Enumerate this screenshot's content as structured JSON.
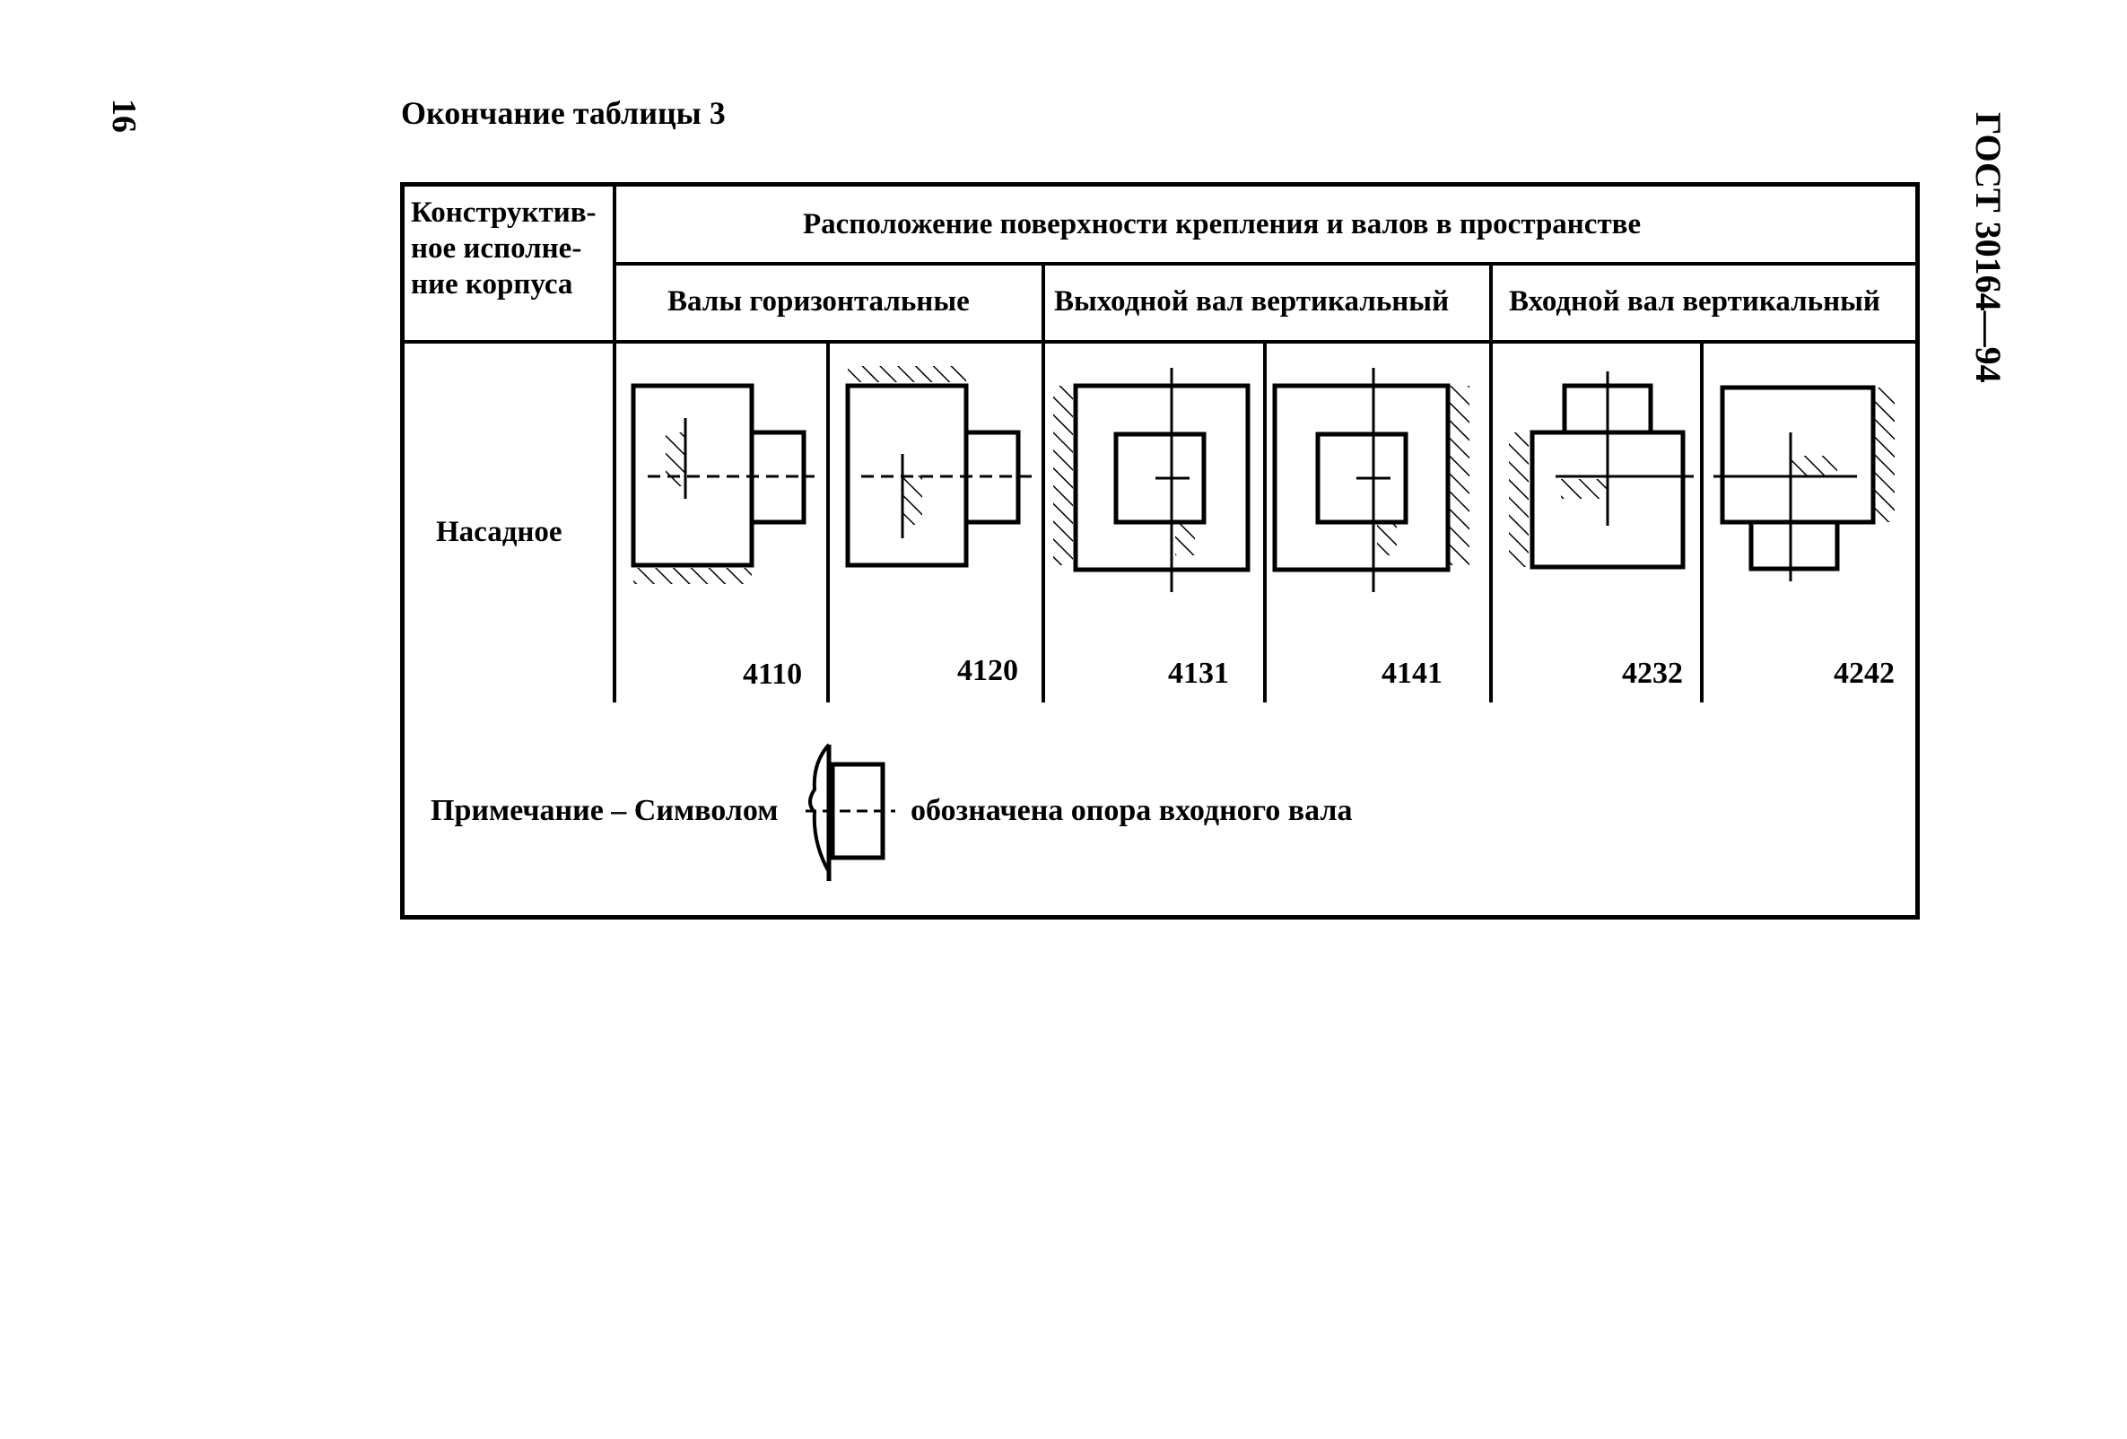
{
  "page": {
    "number": "16",
    "document_title": "ГОСТ 30164—94",
    "caption": "Окончание таблицы 3"
  },
  "table": {
    "col1_header": [
      "Конструктив-",
      "ное исполне-",
      "ние корпуса"
    ],
    "main_header": "Расположение поверхности крепления и валов в пространстве",
    "groups": [
      "Валы горизонтальные",
      "Выходной вал вертикальный",
      "Входной вал вертикальный"
    ],
    "row_label": "Насадное",
    "codes": [
      "4110",
      "4120",
      "4131",
      "4141",
      "4232",
      "4242"
    ]
  },
  "note": {
    "before_symbol": "Примечание – Символом",
    "after_symbol": "обозначена опора входного вала"
  }
}
